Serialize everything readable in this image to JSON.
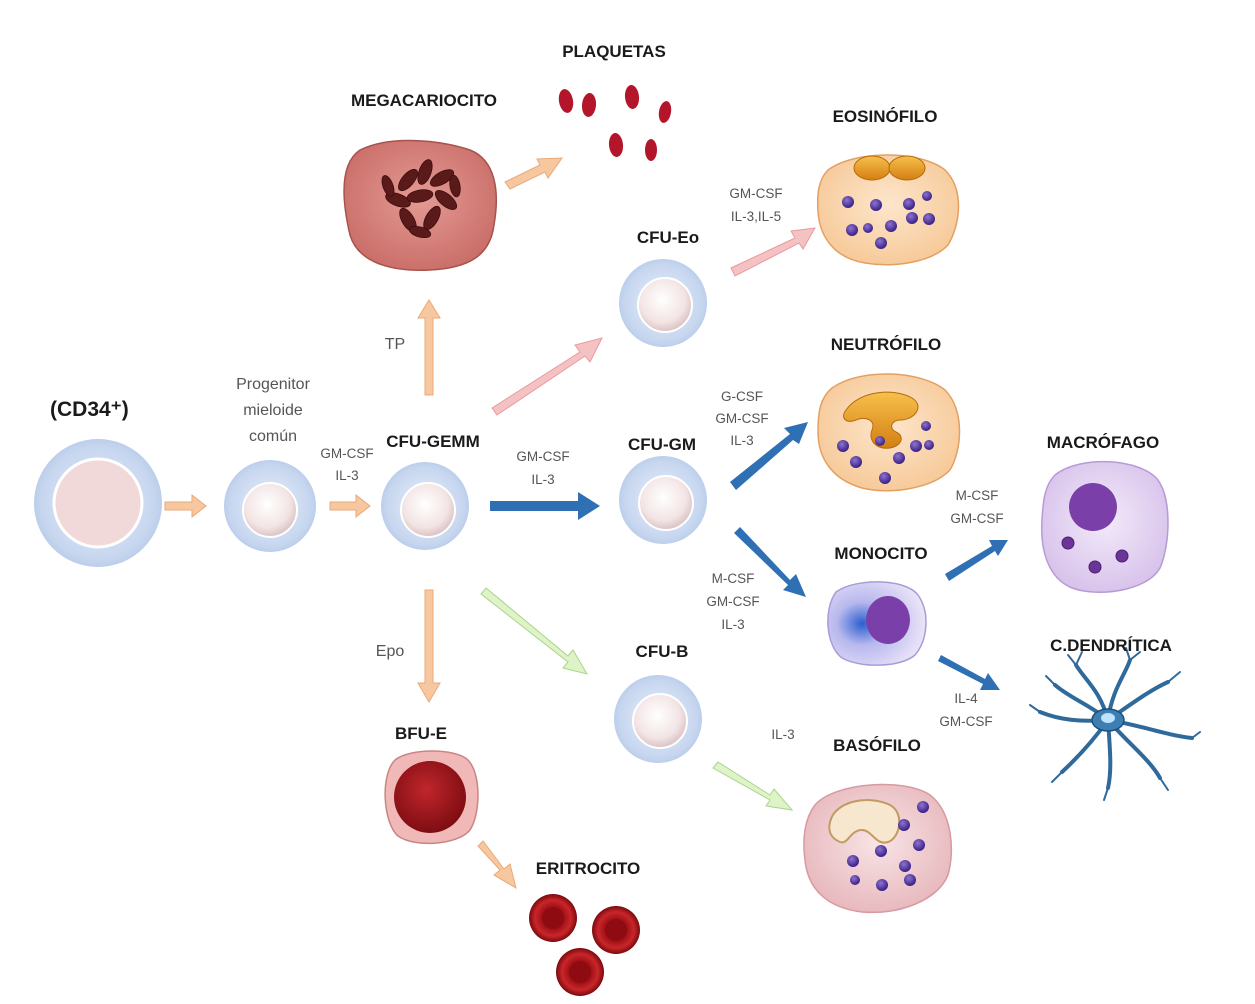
{
  "labels": {
    "cd34": "(CD34⁺)",
    "progenitor": [
      "Progenitor",
      "mieloide",
      "común"
    ],
    "cfu_gemm": "CFU-GEMM",
    "megacariocito": "MEGACARIOCITO",
    "plaquetas": "PLAQUETAS",
    "cfu_eo": "CFU-Eo",
    "eosinofilo": "EOSINÓFILO",
    "neutrofilo": "NEUTRÓFILO",
    "cfu_gm": "CFU-GM",
    "macrofago": "MACRÓFAGO",
    "monocito": "MONOCITO",
    "dendritica": "C.DENDRÍTICA",
    "cfu_b": "CFU-B",
    "basofilo": "BASÓFILO",
    "bfu_e": "BFU-E",
    "eritrocito": "ERITROCITO"
  },
  "factors": {
    "progenitor_to_gemm": [
      "GM-CSF",
      "IL-3"
    ],
    "tp": "TP",
    "epo": "Epo",
    "gemm_to_gm": [
      "GM-CSF",
      "IL-3"
    ],
    "eo": [
      "GM-CSF",
      "IL-3,IL-5"
    ],
    "neutro": [
      "G-CSF",
      "GM-CSF",
      "IL-3"
    ],
    "mono": [
      "M-CSF",
      "GM-CSF",
      "IL-3"
    ],
    "macro": [
      "M-CSF",
      "GM-CSF"
    ],
    "dendritic": [
      "IL-4",
      "GM-CSF"
    ],
    "baso": "IL-3"
  },
  "colors": {
    "orange_arrow": "#f7c8a0",
    "pink_arrow": "#f5c2c4",
    "blue_arrow": "#2f6fb3",
    "green_arrow": "#dff3c8",
    "progenitor_halo": "#c7d8f0",
    "megakaryocyte": "#d9847f",
    "platelet": "#b3162a",
    "eosinophil_body": "#fcd9b4",
    "granule": "#5a3d9e",
    "nucleus_orange": "#e69a1e",
    "macrophage_body": "#e6d6f3",
    "macrophage_nucleus": "#7a3fa8",
    "dendritic": "#2f6a9a",
    "basophil_body": "#f2d3d6",
    "erythrocyte": "#a5161c"
  }
}
